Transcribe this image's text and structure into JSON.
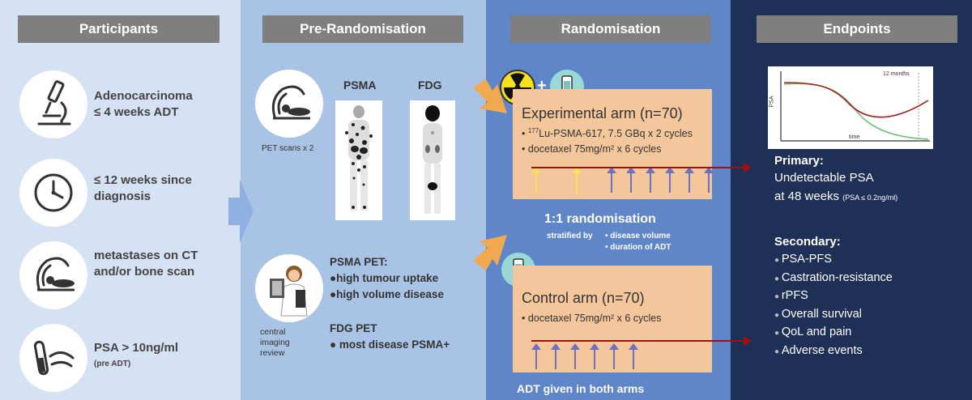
{
  "headers": {
    "participants": "Participants",
    "pre_randomisation": "Pre-Randomisation",
    "randomisation": "Randomisation",
    "endpoints": "Endpoints"
  },
  "participants": {
    "item1_line1": "Adenocarcinoma",
    "item1_line2": "≤ 4 weeks ADT",
    "item2_line1": "≤ 12 weeks since",
    "item2_line2": "diagnosis",
    "item3_line1": "metastases on CT",
    "item3_line2": "and/or bone scan",
    "item4_line1": "PSA > 10ng/ml",
    "item4_line2": "(pre ADT)",
    "icons": [
      "microscope-icon",
      "clock-icon",
      "scanner-icon",
      "blood-test-icon"
    ]
  },
  "pre_randomisation": {
    "pet_caption": "PET scans x 2",
    "psma_label": "PSMA",
    "fdg_label": "FDG",
    "reviewer_caption_1": "central",
    "reviewer_caption_2": "imaging",
    "reviewer_caption_3": "review",
    "psma_pet_title": "PSMA PET:",
    "psma_pet_item1": "●high tumour uptake",
    "psma_pet_item2": "●high volume disease",
    "fdg_pet_title": "FDG PET",
    "fdg_pet_item1": "● most disease PSMA+"
  },
  "randomisation": {
    "plus": "+",
    "experimental_title": "Experimental arm (n=70)",
    "experimental_line1_pre": "• ",
    "experimental_line1_sup": "177",
    "experimental_line1_post": "Lu-PSMA-617, 7.5 GBq x 2 cycles",
    "experimental_line2": "• docetaxel 75mg/m² x 6 cycles",
    "randomisation_label": "1:1 randomisation",
    "stratified_by": "stratified by",
    "strat1": "• disease volume",
    "strat2": "• duration of ADT",
    "control_title": "Control arm (n=70)",
    "control_line1": "• docetaxel 75mg/m² x 6 cycles",
    "adt_note": "ADT given in both arms",
    "experimental_yellow_arrows": 2,
    "experimental_purple_arrows": 6,
    "control_purple_arrows": 6
  },
  "endpoints": {
    "chart_ylabel": "PSA",
    "chart_xlabel": "time",
    "chart_marker": "12 months",
    "primary_title": "Primary:",
    "primary_line1": "Undetectable PSA",
    "primary_line2": "at 48 weeks",
    "primary_note": "(PSA ≤ 0.2ng/ml)",
    "secondary_title": "Secondary:",
    "secondary_items": [
      "PSA-PFS",
      "Castration-resistance",
      "rPFS",
      "Overall survival",
      "QoL and pain",
      "Adverse events"
    ]
  },
  "colors": {
    "participants_bg": "#d5e2f3",
    "pre_randomisation_bg": "#a9c3e4",
    "randomisation_bg": "#5f86c9",
    "endpoints_bg": "#1f3056",
    "header_bg": "#7f7f7f",
    "panel_bg": "#f3c69b",
    "arrow_red": "#a01010",
    "yellow_arrow": "#f5e15a",
    "purple_arrow": "#7070c0",
    "accent_orange": "#f4b96b"
  }
}
